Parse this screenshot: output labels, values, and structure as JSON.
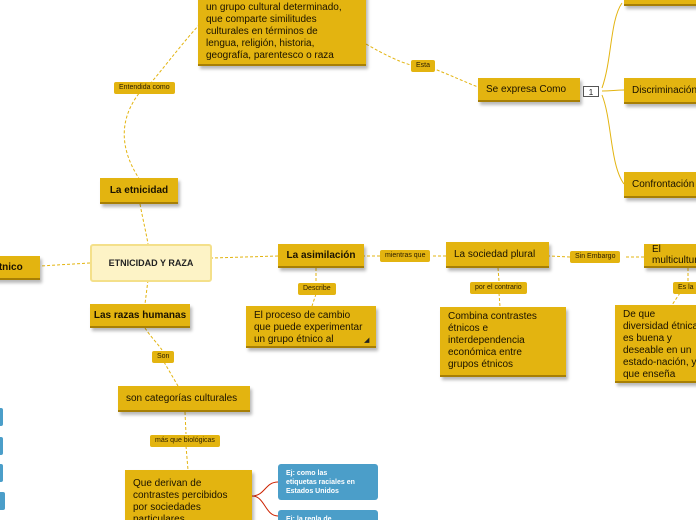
{
  "central": "ETNICIDAD Y RAZA",
  "nodes": {
    "etnicidad": "La etnicidad",
    "grupo_cultural": "un grupo cultural determinado,\nque comparte similitudes\nculturales en términos de\nlengua, religión, historia,\ngeografía, parentesco o raza",
    "se_expresa": "Se expresa Como",
    "discriminacion": "Discriminación",
    "confrontacion": "Confrontación",
    "asimilacion": "La asimilación",
    "proceso_cambio": "El proceso de cambio\nque puede experimentar\nun grupo étnico al",
    "sociedad_plural": "La sociedad plural",
    "combina": "Combina contrastes\nétnicos e\ninterdependencia\neconómica entre\ngrupos étnicos",
    "multiculturalismo": "El multiculturalismo",
    "diversidad": "De que diversidad étnica\nes buena y deseable en un\nestado-nación, y que enseña\na los individuos de la\ncultura dominante ... la\nética.",
    "razas_humanas": "Las razas humanas",
    "categorias": "son categorías culturales",
    "derivan": "Que derivan de\ncontrastes percibidos\npor sociedades\nparticulares",
    "etnico_left": "étnico"
  },
  "labels": {
    "entendida": "Entendida como",
    "esta": "Esta",
    "mientras": "mientras que",
    "sin_embargo": "Sin Embargo",
    "describe": "Describe",
    "por_contrario": "por el contrario",
    "es_la": "Es la",
    "son": "Son",
    "mas_que": "más que biológicas"
  },
  "examples": {
    "ej1": "Ej: como las\netiquetas raciales en\nEstados Unidos",
    "ej2": "Ej: la regla de"
  },
  "icons": {
    "list_count": "1"
  },
  "colors": {
    "node": "#e3b410",
    "central": "#fdf3c6",
    "example": "#4b9ec9",
    "link": "#e3b410",
    "example_link": "#cc2200"
  }
}
